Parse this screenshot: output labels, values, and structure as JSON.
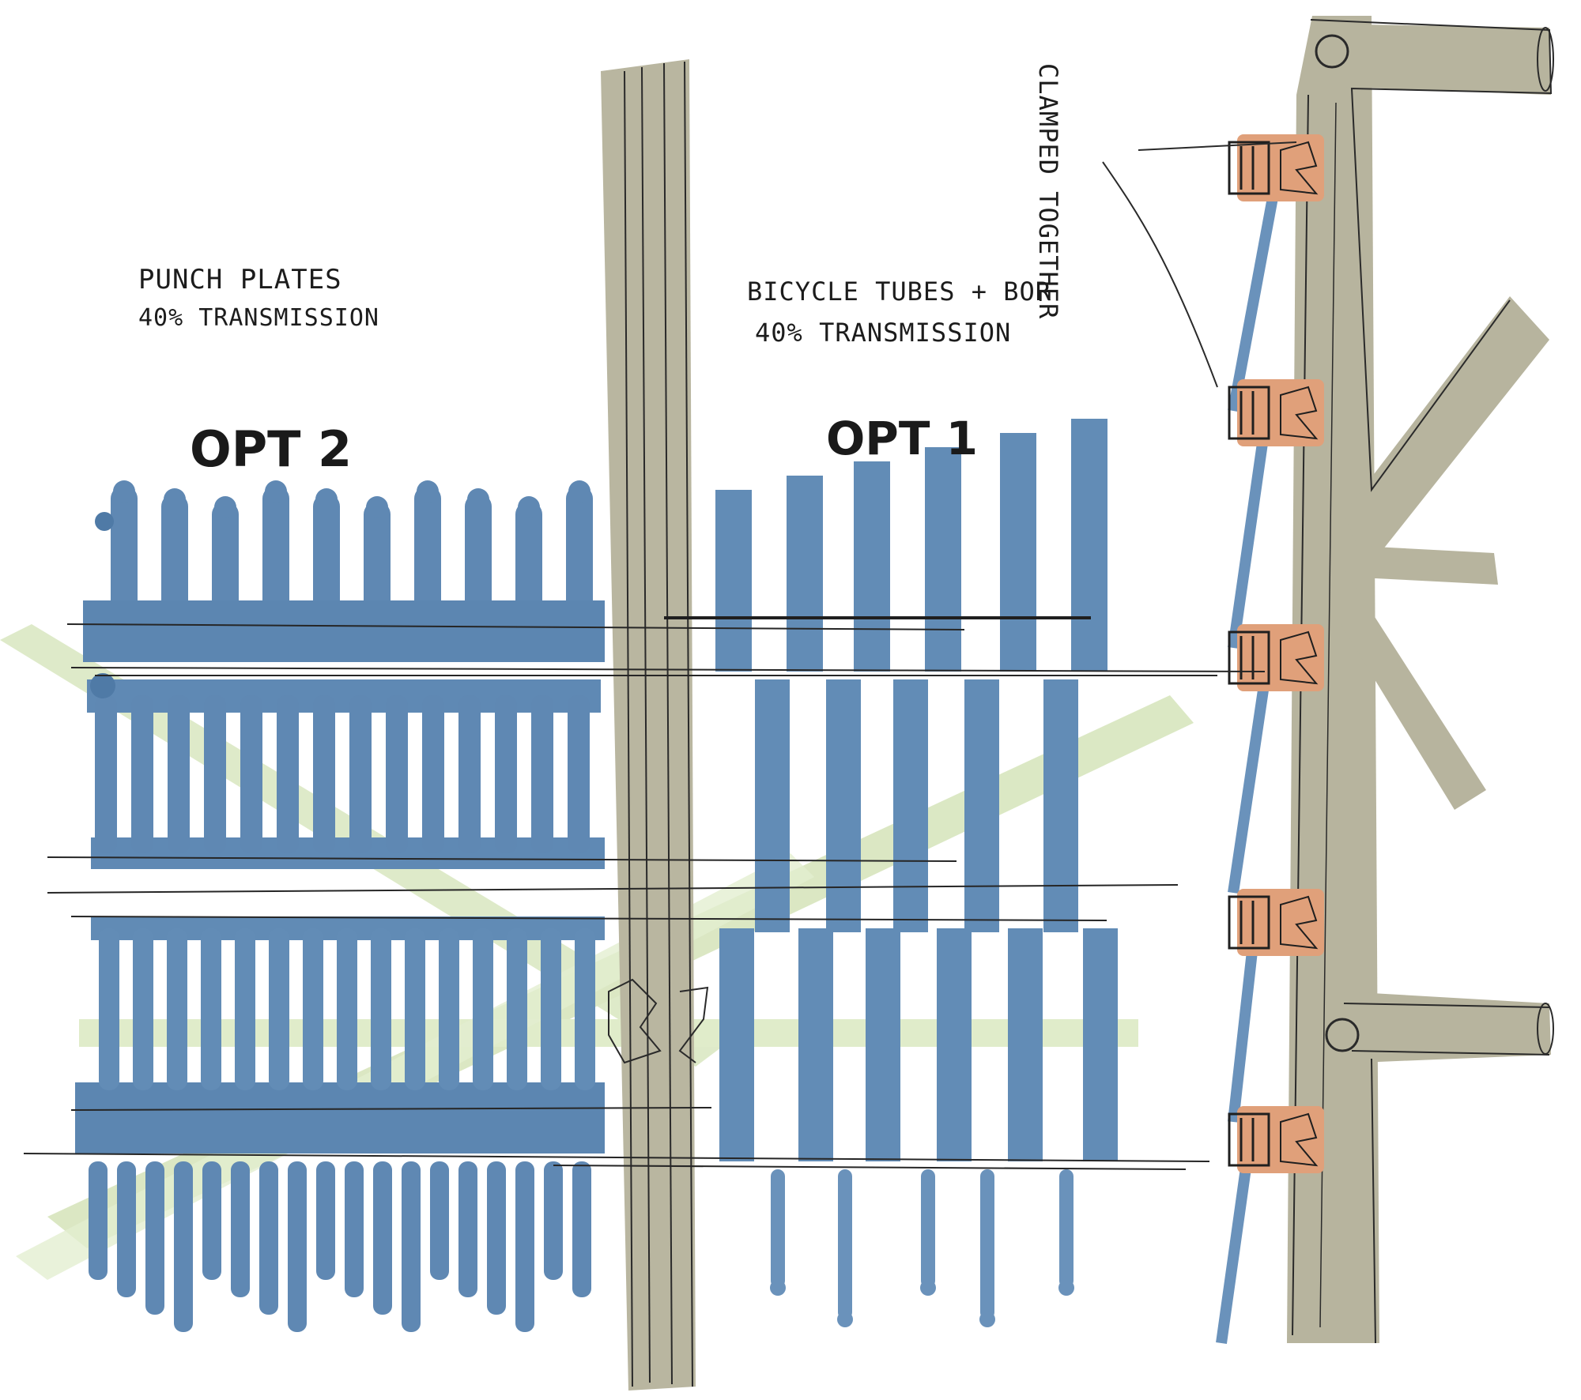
{
  "labels": {
    "opt2_title": "OPT 2",
    "opt2_note_line1": "PUNCH PLATES",
    "opt2_note_line2": "40% TRANSMISSION",
    "opt1_title": "OPT 1",
    "opt1_note_line1": "BICYCLE TUBES + BOR",
    "opt1_note_line2": "40% TRANSMISSION",
    "side_note": "CLAMPED TOGETHER"
  },
  "colors": {
    "blue_wash": "#5f88b3",
    "blue_dark": "#4f7aa6",
    "grey_wash": "#b8b59f",
    "green_wash": "#c9dcaa",
    "orange_clamp": "#e0a07a",
    "ink": "#1f1f1f",
    "paper": "#ffffff"
  }
}
